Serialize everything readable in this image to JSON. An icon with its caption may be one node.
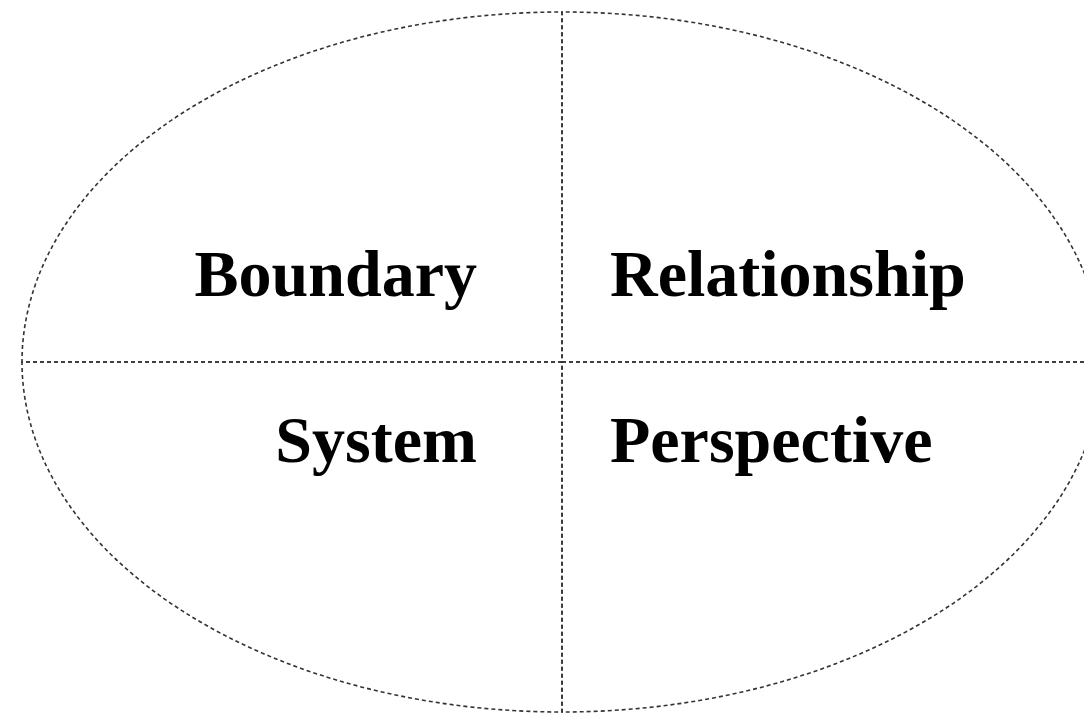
{
  "diagram": {
    "nodes": [
      {
        "text": [
          "Boundary"
        ]
      },
      {
        "text": [
          "Relationship"
        ]
      },
      {
        "text": [
          "System"
        ]
      },
      {
        "text": [
          "Perspective"
        ]
      }
    ]
  }
}
